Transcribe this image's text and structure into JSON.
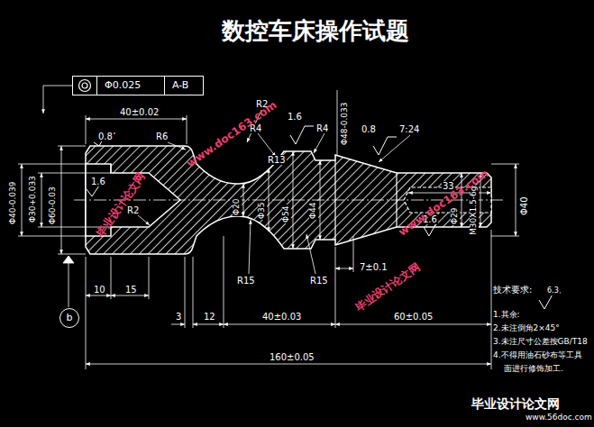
{
  "diagram": {
    "title": "数控车床操作试题",
    "nodes": [
      {
        "text": [
          "Φ0.025",
          "A-B"
        ]
      },
      {
        "text": [
          "b"
        ]
      }
    ],
    "labels": [
      "40±0.02",
      "R2",
      "0.8",
      "R6",
      "R4",
      "1.6",
      "R4",
      "Φ48-0.033",
      "0.8",
      "7:24",
      "R13",
      "Φ40-0.039",
      "Φ30+0.033",
      "Φ60-0.03",
      "1.6",
      "R2",
      "Φ20",
      "Φ35",
      "Φ54",
      "Φ44",
      "33",
      "1.6",
      "Φ29",
      "M30X1.5-6g",
      "Φ40",
      "7±0.1",
      "R15",
      "R15",
      "10",
      "15",
      "3",
      "12",
      "40±0.03",
      "60±0.05",
      "160±0.05",
      "技术要求:",
      "6.3",
      "1.其余:",
      "2.未注倒角2×45°",
      "3.未注尺寸公差按GB/T18",
      "4.不得用油石砂布等工具",
      "面进行修饰加工.",
      "www.doc163.com",
      "毕业设计论文网",
      "www.doc163.com",
      "毕业设计论文网",
      "毕业设计论文网",
      "www.56doc.com"
    ]
  }
}
